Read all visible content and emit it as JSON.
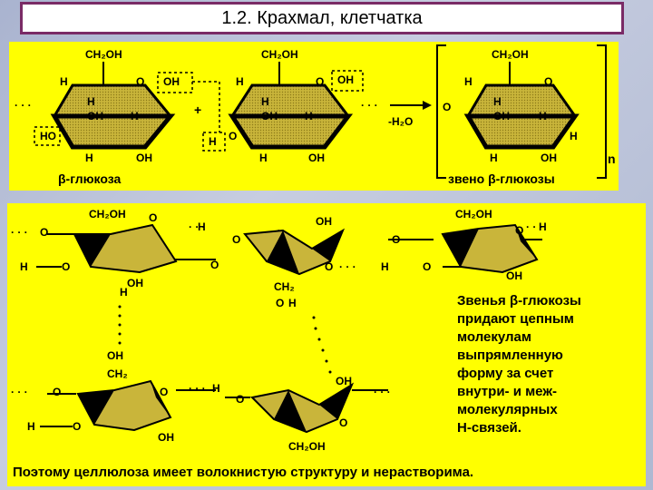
{
  "title": "1.2. Крахмал, клетчатка",
  "top": {
    "left_caption": "β-глюкоза",
    "right_caption": "звено β-глюкозы",
    "minus_water": "-H₂O",
    "plus": "+",
    "subscript_n": "n"
  },
  "atoms": {
    "ch2oh": "CH₂OH",
    "o": "O",
    "oh": "OH",
    "h": "H",
    "ho": "HO",
    "ch2": "CH₂",
    "dots": "· · ·"
  },
  "note_lines": [
    "Звенья β-глюкозы",
    "придают цепным",
    "молекулам",
    "выпрямленную",
    "форму за счет",
    "внутри- и меж-",
    "молекулярных",
    "H-связей."
  ],
  "bottom_text": "Поэтому целлюлоза имеет волокнистую структуру и нерастворима.",
  "colors": {
    "panel": "#ffff00",
    "ring_fill": "#c9b53a",
    "ring_dark": "#000000",
    "title_border": "#7a2b66"
  }
}
